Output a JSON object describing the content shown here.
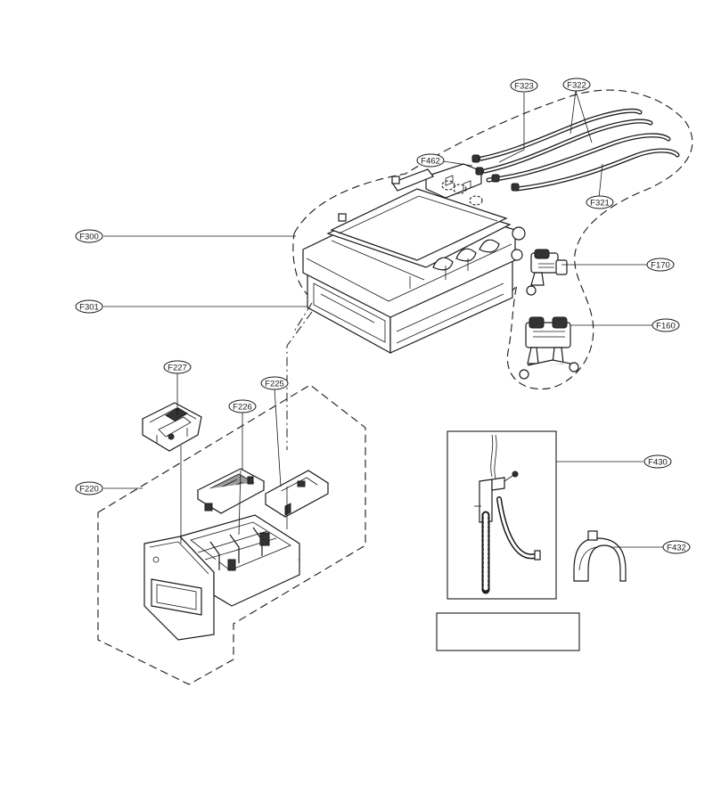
{
  "diagram": {
    "labels": {
      "f323": "F323",
      "f322": "F322",
      "f462": "F462",
      "f321": "F321",
      "f300": "F300",
      "f301": "F301",
      "f170": "F170",
      "f160": "F160",
      "f227": "F227",
      "f226": "F226",
      "f225": "F225",
      "f220": "F220",
      "f430": "F430",
      "f432": "F432"
    }
  }
}
